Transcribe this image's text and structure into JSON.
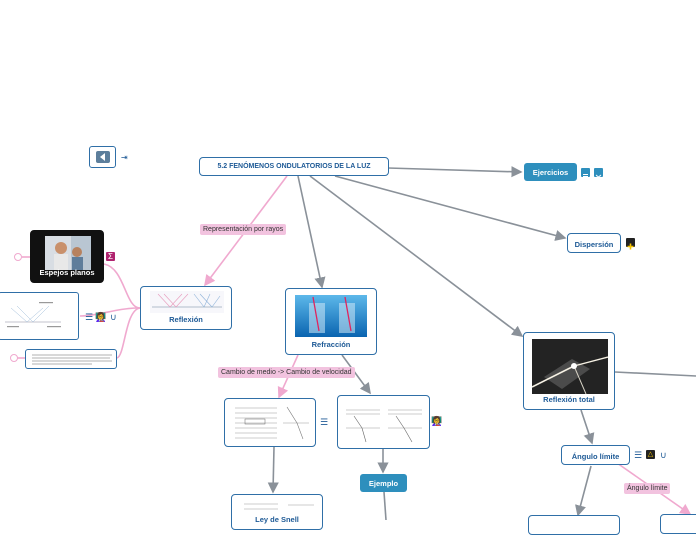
{
  "root": {
    "title": "5.2 FENÓMENOS ONDULATORIOS DE LA LUZ"
  },
  "nodes": {
    "ejercicios": "Ejercicios",
    "dispersion": "Dispersión",
    "reflexion": "Reflexión",
    "refraccion": "Refracción",
    "reflexion_total": "Reflexión total",
    "espejos_planos": "Espejos planos",
    "ejemplo": "Ejemplo",
    "angulo_limite": "Ángulo límite",
    "ley_snell": "Ley de Snell"
  },
  "edge_labels": {
    "rep_rayos": "Representación por rayos",
    "cambio_medio": "Cambio de medio -> Cambio de velocidad",
    "angulo_limite": "Ángulo límite"
  },
  "icons": {
    "back": "back-arrow-icon",
    "list": "list-icon",
    "dropbox": "dropbox-icon",
    "plus": "plus-icon",
    "sigma": "sigma-icon",
    "person": "person-icon",
    "link": "link-icon"
  },
  "colors": {
    "node_border": "#2f6fa7",
    "text": "#1e5a96",
    "pill": "#f2c3df",
    "button": "#2e8fbd",
    "line_gray": "#8a9199",
    "line_pink": "#f0a9cf"
  }
}
